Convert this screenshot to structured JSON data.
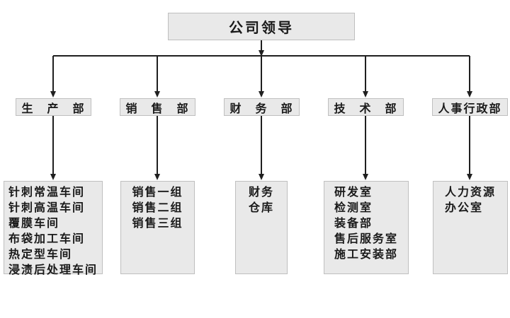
{
  "title": "公司领导",
  "colors": {
    "background": "#ffffff",
    "box_fill": "#e9e9e9",
    "box_border": "#bfbfbf",
    "line": "#1f1f1f",
    "text": "#1a1a1a"
  },
  "departments": [
    {
      "label": "生　产　部",
      "children": [
        "针刺常温车间",
        "针刺高温车间",
        "覆膜车间",
        "布袋加工车间",
        "热定型车间",
        "浸渍后处理车间"
      ]
    },
    {
      "label": "销　售　部",
      "children": [
        "销售一组",
        "销售二组",
        "销售三组"
      ]
    },
    {
      "label": "财　务　部",
      "children": [
        "财务",
        "仓库"
      ]
    },
    {
      "label": "技　术　部",
      "children": [
        "研发室",
        "检测室",
        "装备部",
        "售后服务室",
        "施工安装部"
      ]
    },
    {
      "label": "人事行政部",
      "children": [
        "人力资源",
        "办公室"
      ]
    }
  ]
}
